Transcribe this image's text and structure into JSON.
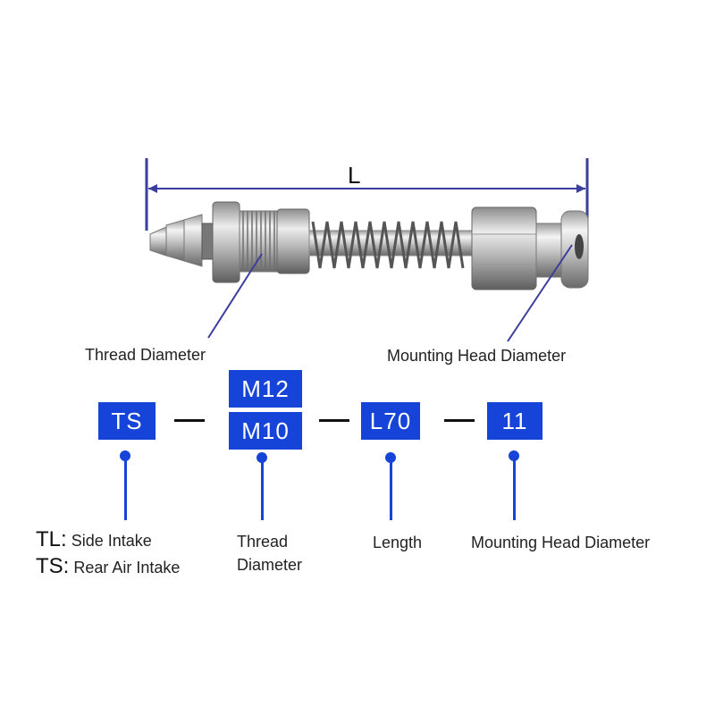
{
  "diagram": {
    "dimension_label": "L",
    "callouts": {
      "thread_diameter": "Thread Diameter",
      "mounting_head_diameter": "Mounting Head Diameter"
    },
    "code_boxes": {
      "intake": "TS",
      "thread_top": "M12",
      "thread_bottom": "M10",
      "length": "L70",
      "head": "11"
    },
    "legend": {
      "tl_code": "TL:",
      "tl_text": "Side Intake",
      "ts_code": "TS:",
      "ts_text": "Rear Air Intake",
      "thread_line1": "Thread",
      "thread_line2": "Diameter",
      "length": "Length",
      "head": "Mounting Head Diameter"
    },
    "colors": {
      "accent": "#1744d8",
      "dimension_line": "#3a3f9e",
      "metal": "#c8c8c8"
    }
  }
}
